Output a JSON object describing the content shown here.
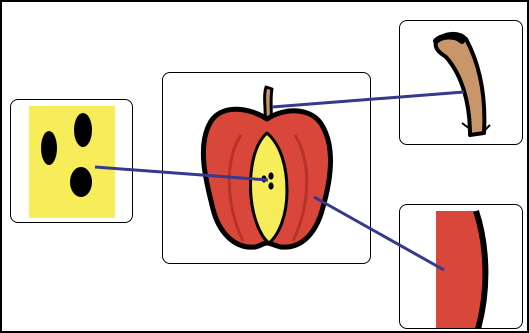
{
  "figure": {
    "subject": "apple-parts",
    "parts": [
      {
        "name": "seeds"
      },
      {
        "name": "stem"
      },
      {
        "name": "skin"
      }
    ]
  },
  "colors": {
    "apple_red": "#d9473a",
    "apple_dark": "#b8322a",
    "flesh_yellow": "#f7ec5a",
    "seed_black": "#000000",
    "stem_brown": "#c9966a",
    "connector_line": "#353a8c",
    "panel_border": "#000000",
    "background": "#ffffff"
  }
}
